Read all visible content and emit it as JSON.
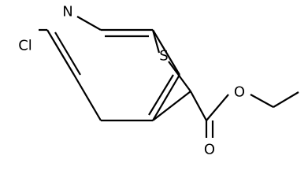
{
  "molecule": {
    "atoms": {
      "N": "N",
      "S": "S",
      "Cl": "Cl",
      "O_carbonyl": "O",
      "O_ester": "O"
    }
  }
}
